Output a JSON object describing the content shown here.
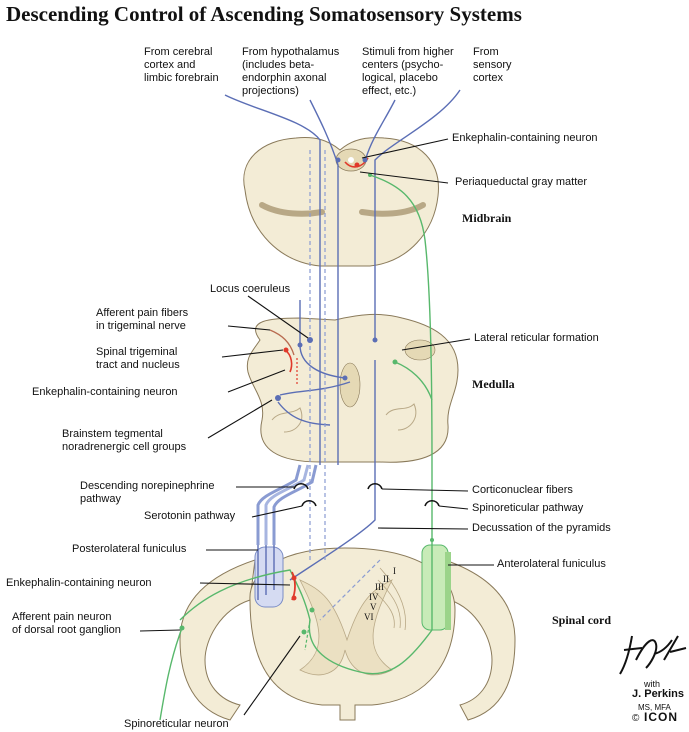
{
  "title": "Descending Control of Ascending Somatosensory Systems",
  "sources": {
    "cortex": [
      "From cerebral",
      "cortex and",
      "limbic forebrain"
    ],
    "hypothalamus": [
      "From hypothalamus",
      "(includes beta-",
      "endorphin axonal",
      "projections)"
    ],
    "higher_centers": [
      "Stimuli from higher",
      "centers (psycho-",
      "logical, placebo",
      "effect, etc.)"
    ],
    "sensory_cortex": [
      "From",
      "sensory",
      "cortex"
    ]
  },
  "regions": {
    "midbrain": "Midbrain",
    "medulla": "Medulla",
    "spinal_cord": "Spinal cord"
  },
  "labels": {
    "enkephalin_mid": "Enkephalin-containing neuron",
    "pag": "Periaqueductal gray matter",
    "locus": "Locus coeruleus",
    "afferent_trig": [
      "Afferent pain fibers",
      "in trigeminal nerve"
    ],
    "spinal_trig": [
      "Spinal trigeminal",
      "tract and nucleus"
    ],
    "enkephalin_med": "Enkephalin-containing neuron",
    "brainstem": [
      "Brainstem tegmental",
      "noradrenergic cell groups"
    ],
    "lateral_ret": "Lateral reticular formation",
    "desc_norepi": [
      "Descending norepinephrine",
      "pathway"
    ],
    "serotonin": "Serotonin pathway",
    "corticonuclear": "Corticonuclear fibers",
    "spinoreticular_path": "Spinoreticular pathway",
    "decussation": "Decussation of the pyramids",
    "posterolateral": "Posterolateral funiculus",
    "enkephalin_spinal": "Enkephalin-containing neuron",
    "anterolateral": "Anterolateral funiculus",
    "afferent_drg": [
      "Afferent pain neuron",
      "of dorsal root ganglion"
    ],
    "spinoreticular_neuron": "Spinoreticular neuron"
  },
  "laminae": [
    "I",
    "II",
    "III",
    "IV",
    "V",
    "VI"
  ],
  "credits": {
    "with": "with",
    "name": "J. Perkins",
    "degree": "MS, MFA",
    "logo": "ICON"
  },
  "colors": {
    "tissue": "#f3ecd6",
    "outline": "#8a7a5a",
    "blue": "#5b6eb5",
    "green": "#58b86c",
    "red": "#e0392b",
    "brown": "#b86b50"
  }
}
